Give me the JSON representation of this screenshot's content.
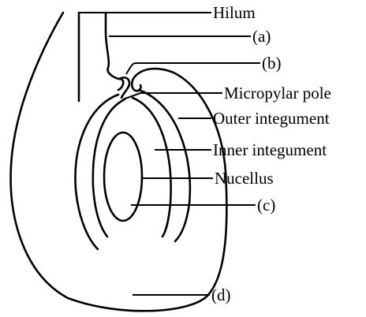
{
  "labels": {
    "hilum": "Hilum",
    "a": "(a)",
    "b": "(b)",
    "micropylar_pole": "Micropylar pole",
    "outer_integument": "Outer integument",
    "inner_integument": "Inner integument",
    "nucellus": "Nucellus",
    "c": "(c)",
    "d": "(d)"
  },
  "colors": {
    "stroke": "#000000",
    "background": "#ffffff"
  }
}
